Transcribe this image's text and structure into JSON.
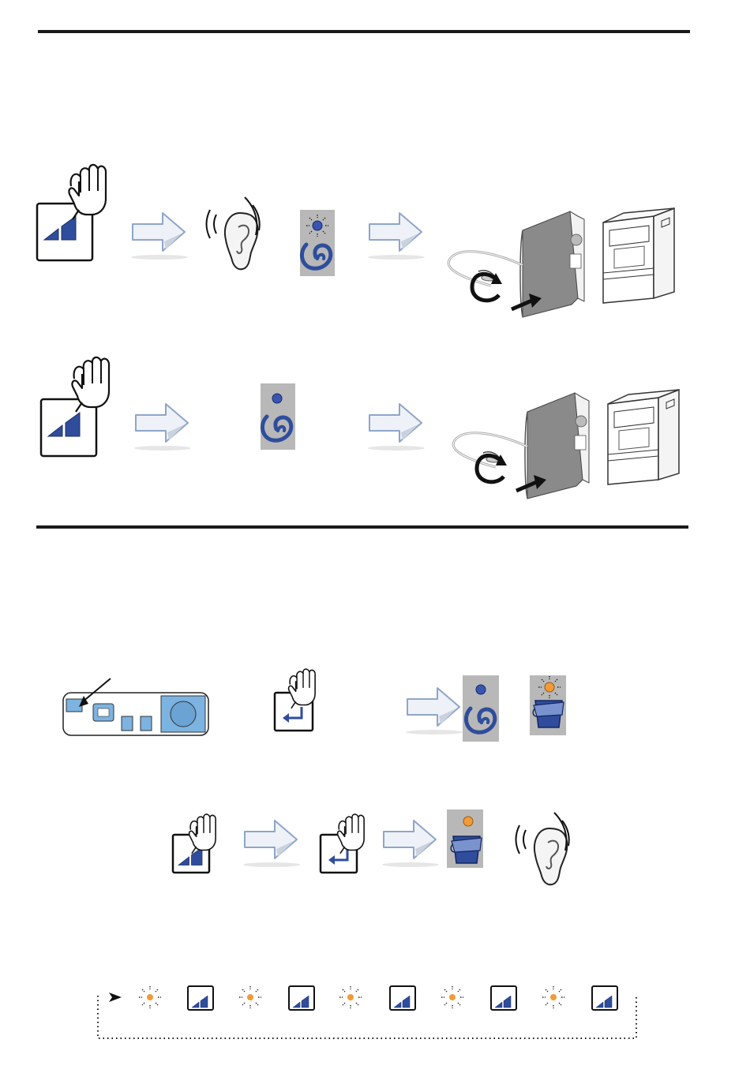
{
  "colors": {
    "rule": "#1a1a1a",
    "volume_blue": "#2f4d9c",
    "panel_grey": "#b8b8b8",
    "led_blue": "#3a55b0",
    "led_orange": "#f29a38",
    "light_blue": "#7cb3e0",
    "arrow_outline": "#8fa5c9",
    "device_grey": "#8a8a8a"
  },
  "icons": [
    "hand-press-icon",
    "volume-button-icon",
    "enter-button-icon",
    "flow-arrow-icon",
    "ear-icon",
    "blue-led-icon",
    "orange-led-icon",
    "cable-icon",
    "rotate-arrow-icon",
    "printer-icon",
    "power-panel-icon",
    "battery-icon"
  ],
  "diagram": {
    "section_volume_rows": 2,
    "section_alarm_rows": 2,
    "blink_sequence_steps": 5
  }
}
